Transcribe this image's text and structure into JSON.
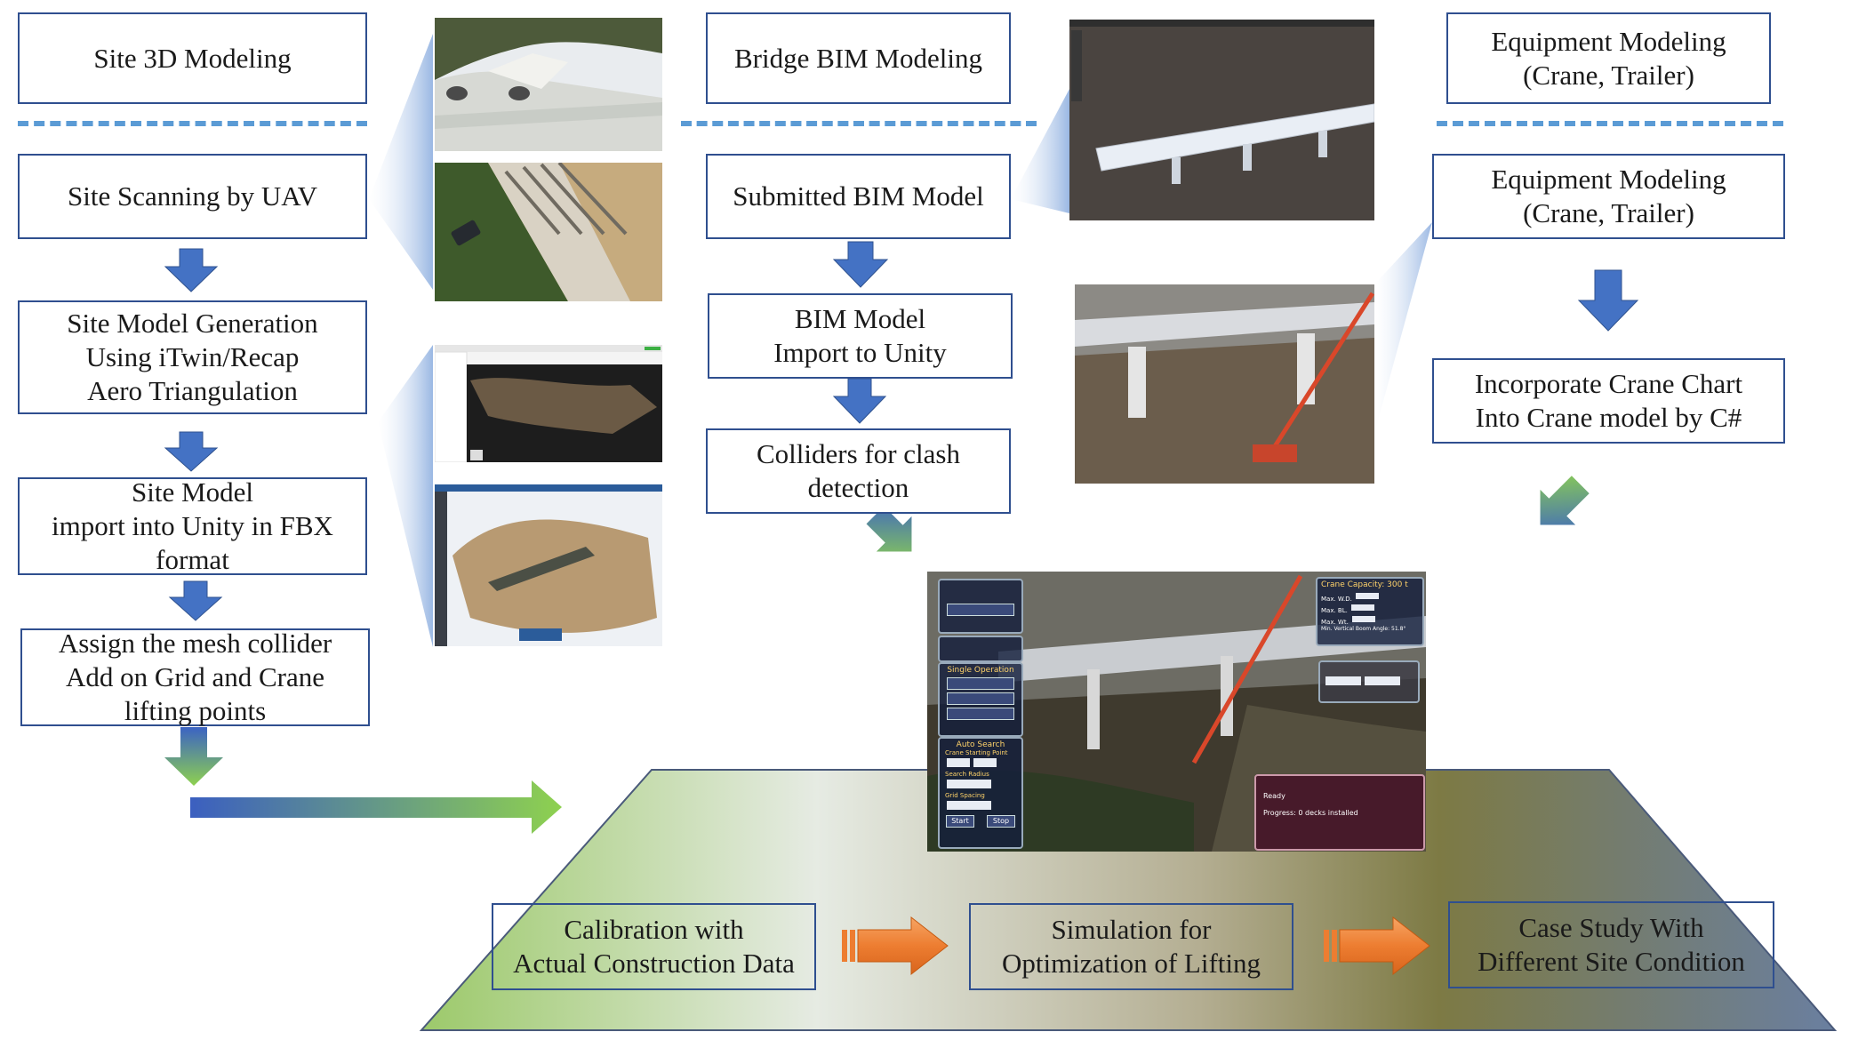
{
  "top_row": {
    "site_3d_modeling": "Site 3D Modeling",
    "bridge_bim_modeling": "Bridge BIM Modeling",
    "equipment_modeling_top": "Equipment Modeling\n(Crane, Trailer)"
  },
  "left_column": {
    "site_scanning": "Site Scanning by UAV",
    "site_model_generation": "Site Model Generation\nUsing iTwin/Recap\nAero Triangulation",
    "site_model_import": "Site Model\nimport into Unity in FBX\nformat",
    "assign_mesh": "Assign the mesh collider\nAdd on Grid and Crane\nlifting  points"
  },
  "middle_column": {
    "submitted_bim": "Submitted BIM Model",
    "bim_import": "BIM Model\nImport to Unity",
    "colliders": "Colliders for clash\ndetection"
  },
  "right_column": {
    "equipment_modeling": "Equipment Modeling\n(Crane, Trailer)",
    "crane_chart": "Incorporate Crane Chart\nInto Crane model by C#"
  },
  "bottom_row": {
    "calibration": "Calibration  with\nActual Construction Data",
    "simulation": "Simulation  for\nOptimization  of Lifting",
    "case_study": "Case Study With\nDifferent  Site Condition"
  },
  "simulation_ui": {
    "crane_capacity": "Crane Capacity: 300 t",
    "single_operation": "Single Operation",
    "auto_search": "Auto Search",
    "crane_starting_point": "Crane Starting Point",
    "search_radius": "Search Radius",
    "grid_spacing": "Grid Spacing",
    "start": "Start",
    "stop": "Stop",
    "ready": "Ready",
    "progress": "Progress: 0 decks installed",
    "max_wd": "Max. W.D.",
    "max_bl": "Max. BL.",
    "max_wt": "Max. Wt.",
    "min_boom_angle": "Min. Vertical Boom Angle: 51.8°"
  },
  "colors": {
    "box_border": "#2f4f8f",
    "dash": "#5b9bd5",
    "down_arrow": "#4472c4",
    "orange_arrow": "#ed7d31",
    "green": "#8ac04a"
  }
}
